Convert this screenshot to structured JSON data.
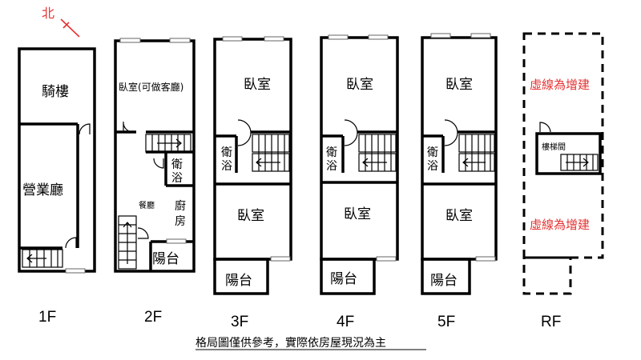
{
  "north_label": "北",
  "floors": {
    "f1": {
      "label": "1F",
      "rooms": {
        "arcade": "騎樓",
        "business_hall": "營業廳"
      }
    },
    "f2": {
      "label": "2F",
      "rooms": {
        "bedroom": "臥室(可做客廳)",
        "dining": "餐廳",
        "kitchen_1": "廚",
        "kitchen_2": "房",
        "bath_1": "衛",
        "bath_2": "浴",
        "balcony": "陽台"
      }
    },
    "f3": {
      "label": "3F",
      "rooms": {
        "bedroom_front": "臥室",
        "bedroom_back": "臥室",
        "bath_1": "衛",
        "bath_2": "浴",
        "balcony": "陽台"
      }
    },
    "f4": {
      "label": "4F",
      "rooms": {
        "bedroom_front": "臥室",
        "bedroom_back": "臥室",
        "bath_1": "衛",
        "bath_2": "浴",
        "balcony": "陽台"
      }
    },
    "f5": {
      "label": "5F",
      "rooms": {
        "bedroom_front": "臥室",
        "bedroom_back": "臥室",
        "bath_1": "衛",
        "bath_2": "浴",
        "balcony": "陽台"
      }
    },
    "rf": {
      "label": "RF",
      "rooms": {
        "addition_top": "虛線為增建",
        "stairwell": "樓梯間",
        "addition_bottom": "虛線為增建"
      }
    }
  },
  "footer_note": "格局圖僅供參考，實際依房屋現況為主",
  "colors": {
    "addition_text": "#e53333",
    "north_mark": "#e53333"
  }
}
